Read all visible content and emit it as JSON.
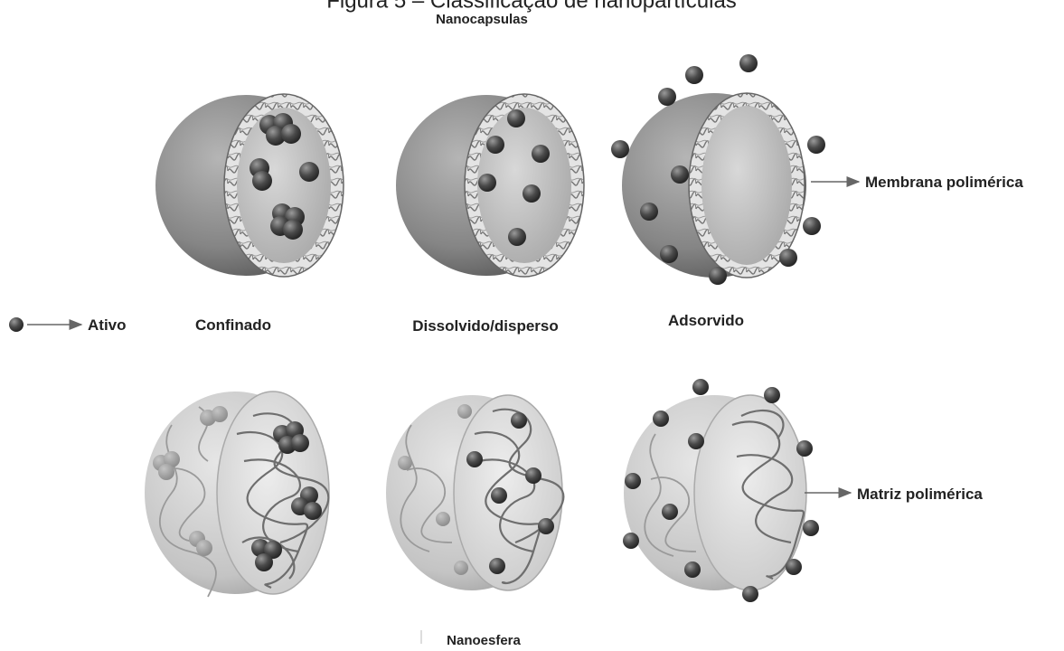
{
  "figure": {
    "caption": "Figura 5 – Classificação de nanopartículas"
  },
  "sections": {
    "top": "Nanocapsulas",
    "bottom": "Nanoesfera"
  },
  "legend": {
    "active": "Ativo",
    "membrane": "Membrana polimérica",
    "matrix": "Matriz polimérica"
  },
  "columns": {
    "confined": "Confinado",
    "dissolved": "Dissolvido/disperso",
    "adsorbed": "Adsorvido"
  },
  "colors": {
    "shell": "#8a8a8a",
    "matrix": "#c9c9c9",
    "active": "#4a4a4a",
    "chain": "#6b6b6b"
  }
}
